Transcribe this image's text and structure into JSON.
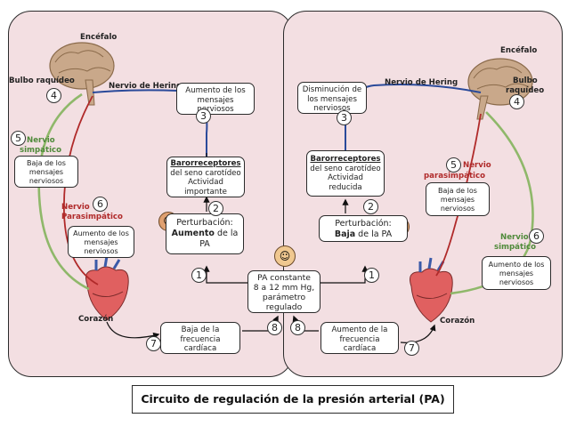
{
  "labels": {
    "encefalo_left": "Encéfalo",
    "encefalo_right": "Encéfalo",
    "bulbo_left": "Bulbo raquídeo",
    "bulbo_right_1": "Bulbo",
    "bulbo_right_2": "raquídeo",
    "hering_left": "Nervio de Hering",
    "hering_right": "Nervio de Hering",
    "nervio_simp_left_1": "Nervio",
    "nervio_simp_left_2": "simpático",
    "nervio_para_left_1": "Nervio",
    "nervio_para_left_2": "Parasimpático",
    "nervio_para_right_1": "Nervio",
    "nervio_para_right_2": "parasimpático",
    "nervio_simp_right_1": "Nervio",
    "nervio_simp_right_2": "simpático",
    "corazon_left": "Corazón",
    "corazon_right": "Corazón"
  },
  "boxes": {
    "aumento_mensajes_top": [
      "Aumento de los",
      "mensajes",
      "nerviosos"
    ],
    "disminucion_mensajes_top": [
      "Disminución de",
      "los mensajes",
      "nerviosos"
    ],
    "baro_left": {
      "title": "Barorreceptores",
      "lines": [
        "del seno carotídeo",
        "Actividad",
        "importante"
      ]
    },
    "baro_right": {
      "title": "Barorreceptores",
      "lines": [
        "del seno carotídeo",
        "Actividad",
        "reducida"
      ]
    },
    "pert_left": {
      "line1": "Perturbación:",
      "bold": "Aumento",
      "rest": " de la",
      "line3": "PA"
    },
    "pert_right": {
      "line1": "Perturbación:",
      "bold": "Baja",
      "rest": " de la PA"
    },
    "baja_mensajes_left": [
      "Baja de los",
      "mensajes",
      "nerviosos"
    ],
    "aumento_mensajes_left": [
      "Aumento de los",
      "mensajes",
      "nerviosos"
    ],
    "baja_mensajes_right": [
      "Baja de los",
      "mensajes",
      "nerviosos"
    ],
    "aumento_mensajes_right": [
      "Aumento de los",
      "mensajes",
      "nerviosos"
    ],
    "pa_constante": [
      "PA constante",
      "8 a 12 mm Hg,",
      "parámetro",
      "regulado"
    ],
    "baja_frecuencia": [
      "Baja de la",
      "frecuencia",
      "cardíaca"
    ],
    "aumento_frecuencia": [
      "Aumento de la",
      "frecuencia",
      "cardíaca"
    ]
  },
  "numbers": {
    "n4_left": "4",
    "n3_left": "3",
    "n5_left": "5",
    "n6_left": "6",
    "n2_left": "2",
    "n1_left": "1",
    "n7_left": "7",
    "n8_left": "8",
    "n4_right": "4",
    "n3_right": "3",
    "n5_right": "5",
    "n6_right": "6",
    "n2_right": "2",
    "n1_right": "1",
    "n7_right": "7",
    "n8_right": "8"
  },
  "title": "Circuito de regulación de la presión arterial (PA)",
  "colors": {
    "panel_fill": "#f3dfe2",
    "red_nerve": "#b02a2a",
    "green_nerve": "#8fb86a",
    "blue_nerve": "#2a4a9a",
    "sad_face": "#e0a070",
    "happy_face": "#f0c890"
  }
}
